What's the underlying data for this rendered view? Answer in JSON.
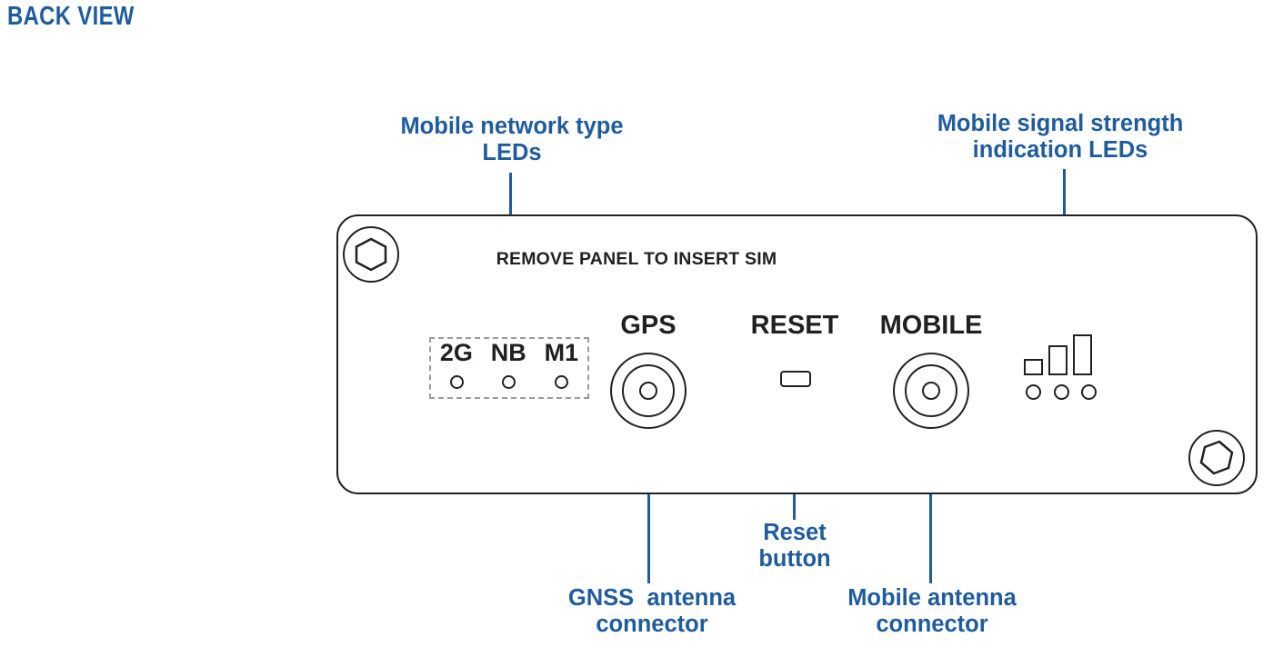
{
  "page": {
    "section_title": "BACK VIEW",
    "accent_color": "#1F5C9E",
    "line_color": "#231f20"
  },
  "callouts": {
    "network_type_leds": "Mobile network type\nLEDs",
    "signal_strength_leds": "Mobile signal strength\nindication LEDs",
    "gnss_connector": "GNSS  antenna\nconnector",
    "reset_button": "Reset\nbutton",
    "mobile_connector": "Mobile antenna\nconnector"
  },
  "device": {
    "panel_heading": "REMOVE PANEL TO INSERT SIM",
    "ports": {
      "gps_label": "GPS",
      "reset_label": "RESET",
      "mobile_label": "MOBILE"
    },
    "network_leds": {
      "labels": [
        "2G",
        "NB",
        "M1"
      ],
      "indicator_count": 3
    },
    "signal_leds": {
      "bar_count": 3,
      "indicator_count": 3
    },
    "screws": {
      "count": 2,
      "type": "hex-socket"
    }
  }
}
